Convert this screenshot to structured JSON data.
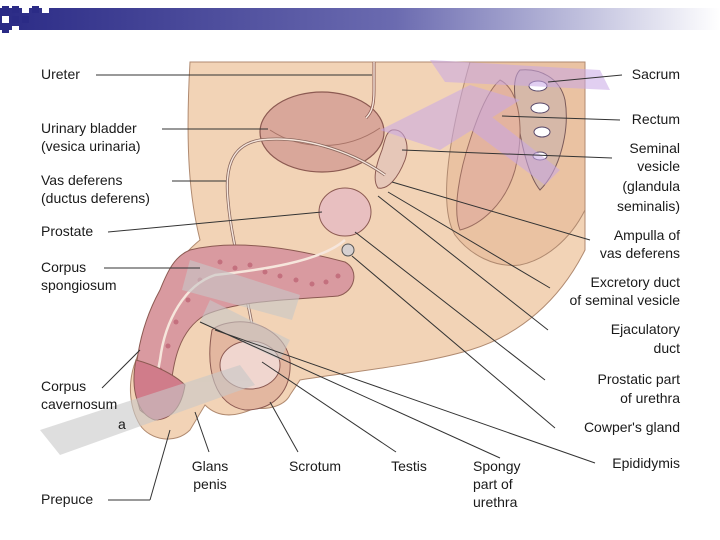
{
  "labels": {
    "ureter": "Ureter",
    "bladder_1": "Urinary bladder",
    "bladder_2": "(vesica urinaria)",
    "vas_1": "Vas deferens",
    "vas_2": "(ductus deferens)",
    "prostate": "Prostate",
    "spong_1": "Corpus",
    "spong_2": "spongiosum",
    "cav_1": "Corpus",
    "cav_2": "cavernosum",
    "cav_3": "a",
    "prepuce": "Prepuce",
    "glans_1": "Glans",
    "glans_2": "penis",
    "scrotum": "Scrotum",
    "testis": "Testis",
    "spongy_1": "Spongy",
    "spongy_2": "part of",
    "spongy_3": "urethra",
    "sacrum": "Sacrum",
    "rectum": "Rectum",
    "sem_1": "Seminal",
    "sem_2": "vesicle",
    "sem_3": "(glandula",
    "sem_4": "seminalis)",
    "amp_1": "Ampulla of",
    "amp_2": "vas deferens",
    "exc_1": "Excretory duct",
    "exc_2": "of seminal vesicle",
    "ejac_1": "Ejaculatory",
    "ejac_2": "duct",
    "pros_1": "Prostatic part",
    "pros_2": "of urethra",
    "cowper": "Cowper's gland",
    "epid": "Epididymis"
  },
  "colors": {
    "header_left": "#2b2b86",
    "header_right": "#ffffff",
    "skin": "#f2d3b6",
    "tissue": "#d99aa0",
    "tissue_dark": "#c4707e",
    "leader": "#333333",
    "watermark_gray": "#c8c8c8",
    "watermark_purple": "#c9a8e6"
  }
}
